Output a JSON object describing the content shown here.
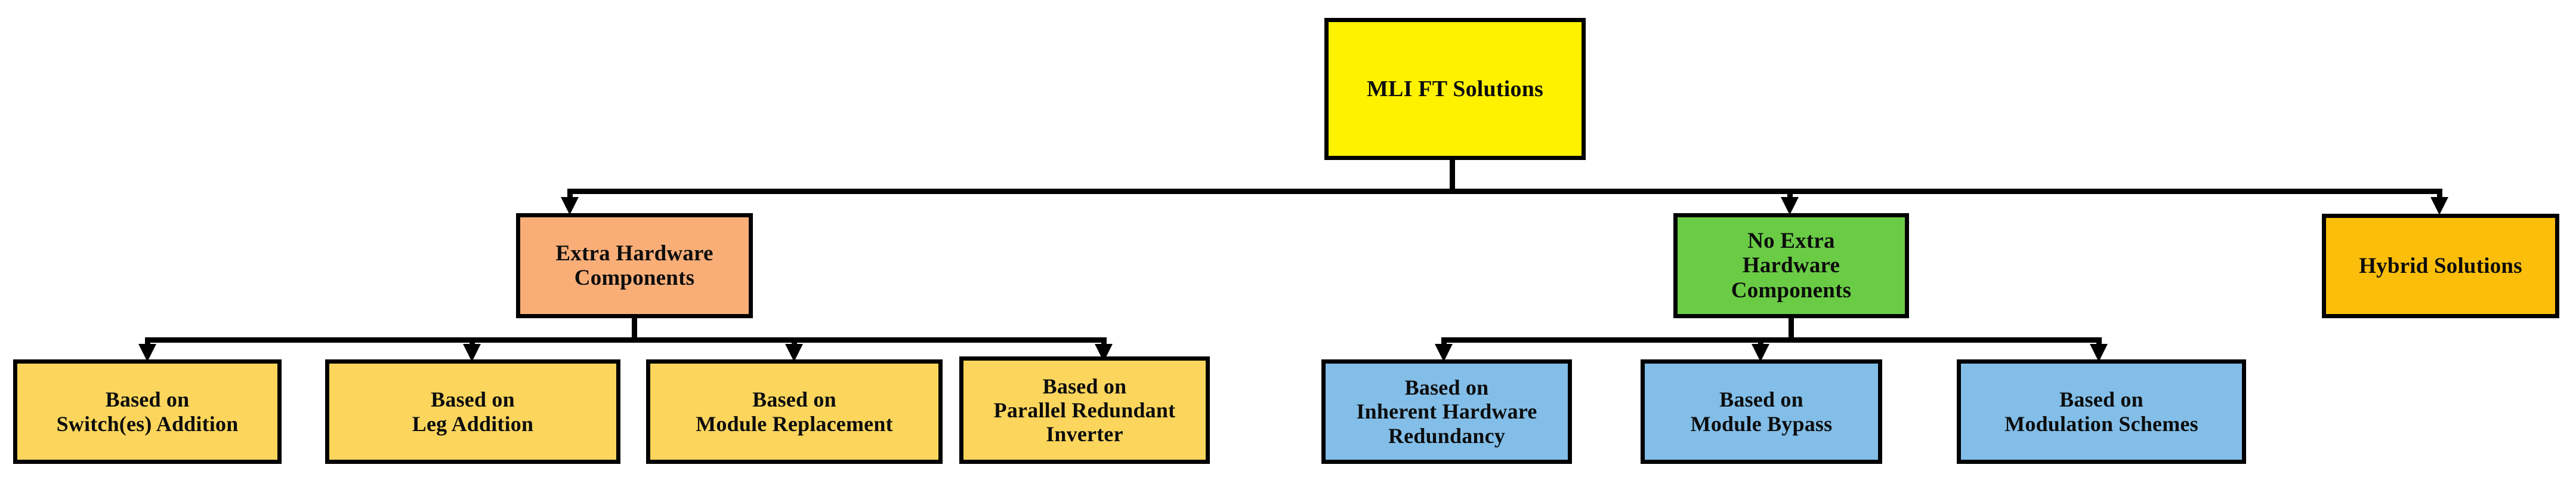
{
  "diagram": {
    "title": "MLI FT Solutions taxonomy",
    "type": "tree-hierarchy",
    "background": "#ffffff",
    "line_color": "#000000",
    "text_color": "#0d0d0d"
  },
  "colors": {
    "root_yellow": "#FFF200",
    "extra_hw_salmon": "#F9AE78",
    "no_extra_hw_green": "#6ACC45",
    "hybrid_orange": "#FBBE0B",
    "leaf_gold": "#FCD65C",
    "leaf_blue": "#82BEE8",
    "border_black": "#000000"
  },
  "nodes": {
    "root": {
      "label": "MLI FT Solutions",
      "color": "#FFF200"
    },
    "level2": [
      {
        "id": "extra-hardware-components",
        "label": "Extra Hardware\nComponents",
        "color": "#F9AE78"
      },
      {
        "id": "no-extra-hardware-components",
        "label": "No Extra\nHardware\nComponents",
        "color": "#6ACC45"
      },
      {
        "id": "hybrid-solutions",
        "label": "Hybrid Solutions",
        "color": "#FBBE0B"
      }
    ],
    "level3_left": [
      {
        "id": "switches-addition",
        "label": "Based on\nSwitch(es) Addition",
        "color": "#FCD65C"
      },
      {
        "id": "leg-addition",
        "label": "Based on\nLeg Addition",
        "color": "#FCD65C"
      },
      {
        "id": "module-replacement",
        "label": "Based on\nModule Replacement",
        "color": "#FCD65C"
      },
      {
        "id": "parallel-redundant-inverter",
        "label": "Based on\nParallel Redundant\nInverter",
        "color": "#FCD65C"
      }
    ],
    "level3_right": [
      {
        "id": "inherent-hardware-redundancy",
        "label": "Based on\nInherent Hardware\nRedundancy",
        "color": "#82BEE8"
      },
      {
        "id": "module-bypass",
        "label": "Based on\nModule Bypass",
        "color": "#82BEE8"
      },
      {
        "id": "modulation-schemes",
        "label": "Based on\nModulation Schemes",
        "color": "#82BEE8"
      }
    ]
  }
}
